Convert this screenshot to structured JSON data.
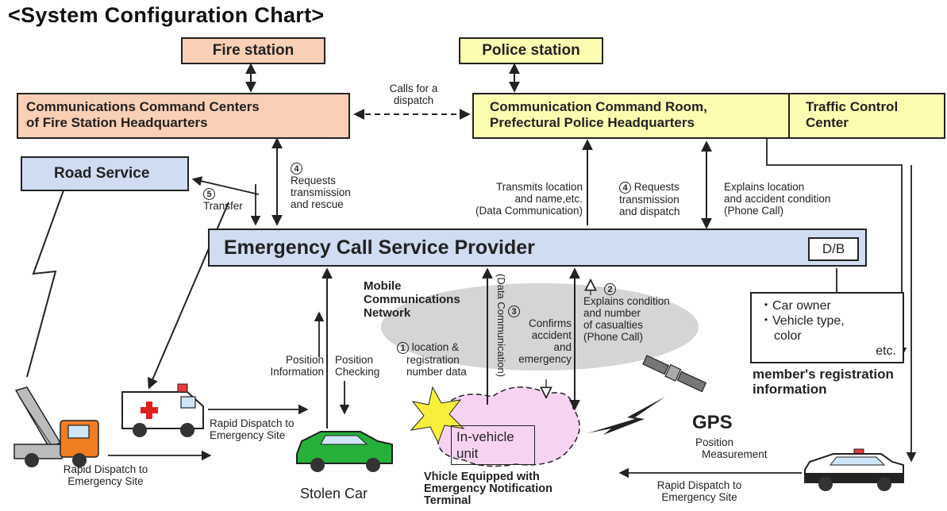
{
  "title": "<System Configuration Chart>",
  "boxes": {
    "fire_station": "Fire station",
    "police_station": "Police station",
    "fire_hq_line1": "Communications Command Centers",
    "fire_hq_line2": "of Fire Station Headquarters",
    "police_hq_line1": "Communication Command Room,",
    "police_hq_line2": "Prefectural Police Headquarters",
    "traffic_line1": "Traffic Control",
    "traffic_line2": "Center",
    "road_service": "Road Service",
    "provider": "Emergency Call Service Provider",
    "db": "D/B"
  },
  "labels": {
    "calls_dispatch_1": "Calls for a",
    "calls_dispatch_2": "dispatch",
    "step4_fire_num": "4",
    "step4_fire_1": "Requests",
    "step4_fire_2": "transmission",
    "step4_fire_3": "and rescue",
    "step5_num": "5",
    "step5": "Transfer",
    "transmits_1": "Transmits location",
    "transmits_2": "and name,etc.",
    "transmits_3": "(Data Communication)",
    "step4_police_num": "4",
    "step4_police_1": "Requests",
    "step4_police_2": "transmission",
    "step4_police_3": "and dispatch",
    "explains_loc_1": "Explains location",
    "explains_loc_2": "and accident condition",
    "explains_loc_3": "(Phone Call)",
    "mobile_1": "Mobile",
    "mobile_2": "Communications",
    "mobile_3": "Network",
    "data_comm_vertical": "(Data Communication)",
    "step3_num": "3",
    "confirms_1": "Confirms",
    "confirms_2": "accident",
    "confirms_3": "and",
    "confirms_4": "emergency",
    "step2_num": "2",
    "explains_cond_1": "Explains condition",
    "explains_cond_2": "and number",
    "explains_cond_3": "of casualties",
    "explains_cond_4": "(Phone Call)",
    "step1_num": "1",
    "step1_1": "location &",
    "step1_2": "registration",
    "step1_3": "number data",
    "position_info_1": "Position",
    "position_info_2": "Information",
    "position_check_1": "Position",
    "position_check_2": "Checking",
    "member_line1": "・Car owner",
    "member_line2": "・Vehicle type,",
    "member_line3": "color",
    "member_etc": "etc.",
    "member_title_1": "member's registration",
    "member_title_2": "information",
    "rapid_ambulance_1": "Rapid Dispatch to",
    "rapid_ambulance_2": "Emergency Site",
    "rapid_tow_1": "Rapid Dispatch to",
    "rapid_tow_2": "Emergency Site",
    "rapid_police_1": "Rapid Dispatch to",
    "rapid_police_2": "Emergency Site",
    "in_vehicle_1": "In-vehicle",
    "in_vehicle_2": "unit",
    "vehicle_caption_1": "Vhicle Equipped with",
    "vehicle_caption_2": "Emergency Notification",
    "vehicle_caption_3": "Terminal",
    "gps": "GPS",
    "gps_pos_1": "Position",
    "gps_pos_2": "Measurement",
    "stolen_car": "Stolen Car"
  },
  "colors": {
    "fire": "#f9cfb5",
    "police": "#fdfdb1",
    "provider": "#cfdcf1",
    "network_cloud": "#d5d5d5",
    "vehicle_cloud": "#f7d3f2",
    "stolen_car": "#27b03a",
    "tow_truck": "#ef7d22"
  }
}
